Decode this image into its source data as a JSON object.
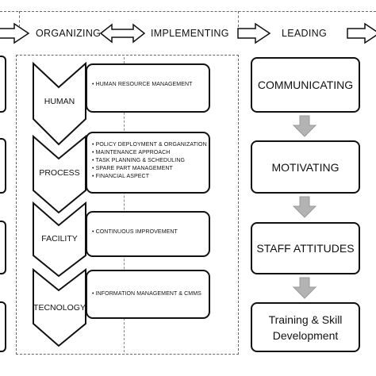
{
  "header": {
    "phases": [
      "ORGANIZING",
      "IMPLEMENTING",
      "LEADING"
    ]
  },
  "implementing": {
    "rows": [
      {
        "category": "HUMAN",
        "items": [
          "HUMAN RESOURCE MANAGEMENT"
        ]
      },
      {
        "category": "PROCESS",
        "items": [
          "POLICY DEPLOYMENT & ORGANIZATION",
          "MAINTENANCE APPROACH",
          "TASK PLANNING & SCHEDULING",
          "SPARE PART MANAGEMENT",
          "FINANCIAL ASPECT"
        ]
      },
      {
        "category": "FACILITY",
        "items": [
          "CONTINUOUS IMPROVEMENT"
        ]
      },
      {
        "category": "TECNOLOGY",
        "items": [
          "INFORMATION MANAGEMENT & CMMS"
        ]
      }
    ]
  },
  "leading": {
    "steps": [
      "COMMUNICATING",
      "MOTIVATING",
      "STAFF ATTITUDES",
      "Training & Skill Development"
    ]
  },
  "colors": {
    "line": "#111111",
    "dashed_frame": "#666666",
    "arrow_fill": "#b3b3b3"
  }
}
